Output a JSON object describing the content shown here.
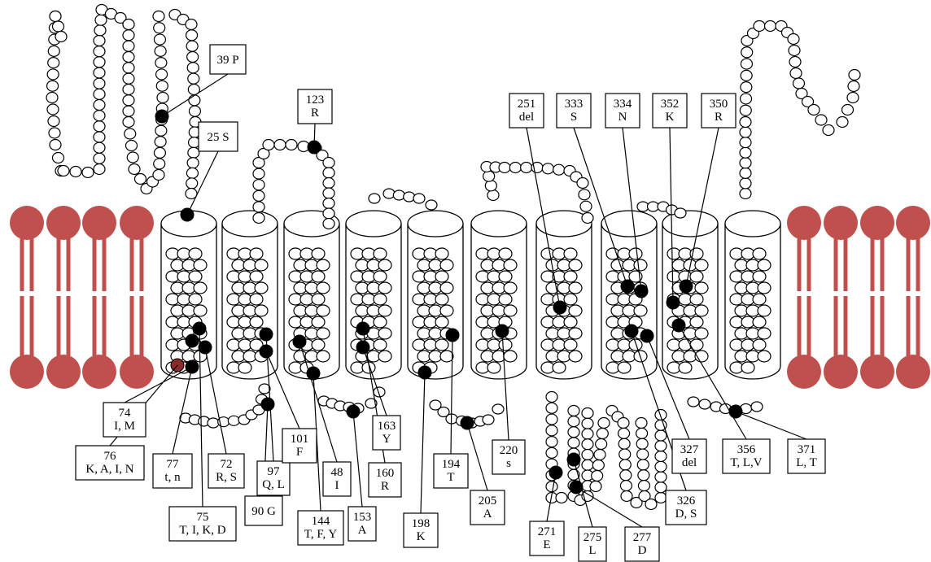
{
  "colors": {
    "lipid": "#c0504d",
    "residue_fill": "#ffffff",
    "mutation_fill": "#000000",
    "highlight_fill": "#8b2a2a",
    "stroke": "#000000"
  },
  "labels": [
    {
      "id": "39",
      "lines": [
        "39 P"
      ]
    },
    {
      "id": "25",
      "lines": [
        "25 S"
      ]
    },
    {
      "id": "123",
      "lines": [
        "123",
        "R"
      ]
    },
    {
      "id": "251",
      "lines": [
        "251",
        "del"
      ]
    },
    {
      "id": "333",
      "lines": [
        "333",
        "S"
      ]
    },
    {
      "id": "334",
      "lines": [
        "334",
        "N"
      ]
    },
    {
      "id": "352",
      "lines": [
        "352",
        "K"
      ]
    },
    {
      "id": "350",
      "lines": [
        "350",
        "R"
      ]
    },
    {
      "id": "74",
      "lines": [
        "74",
        "I, M"
      ]
    },
    {
      "id": "76",
      "lines": [
        "76",
        "K, A, I, N"
      ]
    },
    {
      "id": "77",
      "lines": [
        "77",
        "t, n"
      ]
    },
    {
      "id": "72",
      "lines": [
        "72",
        "R, S"
      ]
    },
    {
      "id": "75",
      "lines": [
        "75",
        "T, I, K, D"
      ]
    },
    {
      "id": "90",
      "lines": [
        "90 G"
      ]
    },
    {
      "id": "97",
      "lines": [
        "97",
        "Q, L"
      ]
    },
    {
      "id": "101",
      "lines": [
        "101",
        "F"
      ]
    },
    {
      "id": "48",
      "lines": [
        "48",
        "I"
      ]
    },
    {
      "id": "144",
      "lines": [
        "144",
        "T, F, Y"
      ]
    },
    {
      "id": "153",
      "lines": [
        "153",
        "A"
      ]
    },
    {
      "id": "160",
      "lines": [
        "160",
        "R"
      ]
    },
    {
      "id": "163",
      "lines": [
        "163",
        "Y"
      ]
    },
    {
      "id": "194",
      "lines": [
        "194",
        "T"
      ]
    },
    {
      "id": "198",
      "lines": [
        "198",
        "K"
      ]
    },
    {
      "id": "205",
      "lines": [
        "205",
        "A"
      ]
    },
    {
      "id": "220",
      "lines": [
        "220",
        "s"
      ]
    },
    {
      "id": "271",
      "lines": [
        "271",
        "E"
      ]
    },
    {
      "id": "275",
      "lines": [
        "275",
        "L"
      ]
    },
    {
      "id": "277",
      "lines": [
        "277",
        "D"
      ]
    },
    {
      "id": "326",
      "lines": [
        "326",
        "D, S"
      ]
    },
    {
      "id": "327",
      "lines": [
        "327",
        "del"
      ]
    },
    {
      "id": "356",
      "lines": [
        "356",
        "T, L,V"
      ]
    },
    {
      "id": "371",
      "lines": [
        "371",
        "L, T"
      ]
    }
  ]
}
